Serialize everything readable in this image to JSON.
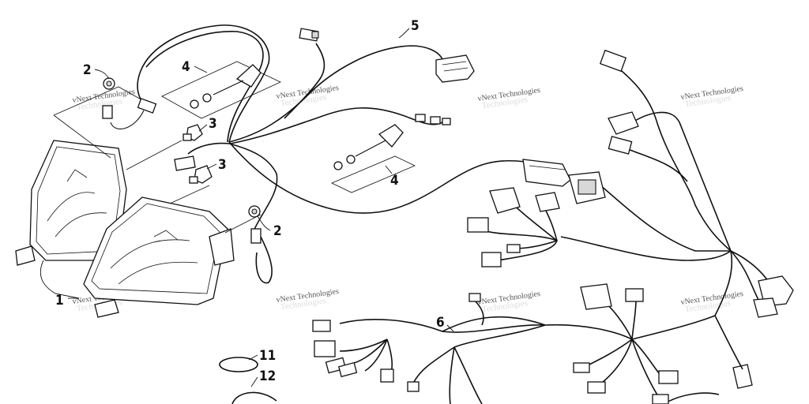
{
  "callouts": [
    {
      "id": "1",
      "label": "1"
    },
    {
      "id": "2a",
      "label": "2"
    },
    {
      "id": "2b",
      "label": "2"
    },
    {
      "id": "3a",
      "label": "3"
    },
    {
      "id": "3b",
      "label": "3"
    },
    {
      "id": "4a",
      "label": "4"
    },
    {
      "id": "4b",
      "label": "4"
    },
    {
      "id": "5",
      "label": "5"
    },
    {
      "id": "6",
      "label": "6"
    },
    {
      "id": "11",
      "label": "11"
    },
    {
      "id": "12",
      "label": "12"
    }
  ],
  "watermark": {
    "line1": "vNext Technologies",
    "line2": "Technologies"
  }
}
